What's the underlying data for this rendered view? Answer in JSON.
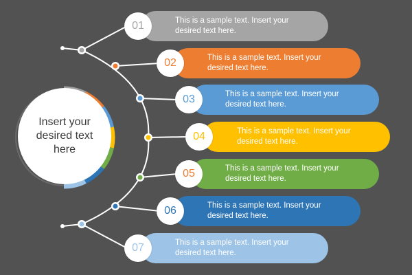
{
  "center": {
    "text_line1": "Insert your",
    "text_line2": "desired text",
    "text_line3": "here"
  },
  "ring_segments": [
    {
      "name": "gray",
      "color": "#9e9e9e"
    },
    {
      "name": "orange",
      "color": "#ed7d31"
    },
    {
      "name": "light-blue",
      "color": "#5b9bd5"
    },
    {
      "name": "yellow",
      "color": "#ffc000"
    },
    {
      "name": "green",
      "color": "#70ad47"
    },
    {
      "name": "dark-blue",
      "color": "#2e75b6"
    },
    {
      "name": "sky-blue",
      "color": "#9dc3e6"
    }
  ],
  "steps": [
    {
      "number": "01",
      "text": "This is a sample text. Insert your desired text here.",
      "color": "#a5a5a5",
      "number_color": "#a5a5a5"
    },
    {
      "number": "02",
      "text": "This is a sample text. Insert your desired text here.",
      "color": "#ed7d31",
      "number_color": "#ed7d31"
    },
    {
      "number": "03",
      "text": "This is a sample text. Insert your desired text here.",
      "color": "#5b9bd5",
      "number_color": "#5b9bd5"
    },
    {
      "number": "04",
      "text": "This is a sample text. Insert your desired text here.",
      "color": "#ffc000",
      "number_color": "#ffc000"
    },
    {
      "number": "05",
      "text": "This is a sample text. Insert your desired text here.",
      "color": "#70ad47",
      "number_color": "#ed7d31"
    },
    {
      "number": "06",
      "text": "This is a sample text. Insert your desired text here.",
      "color": "#2e75b6",
      "number_color": "#2e75b6"
    },
    {
      "number": "07",
      "text": "This is a sample text. Insert your desired text here.",
      "color": "#9dc3e6",
      "number_color": "#9dc3e6"
    }
  ],
  "colors": {
    "background": "#525252",
    "wire": "#ffffff"
  }
}
